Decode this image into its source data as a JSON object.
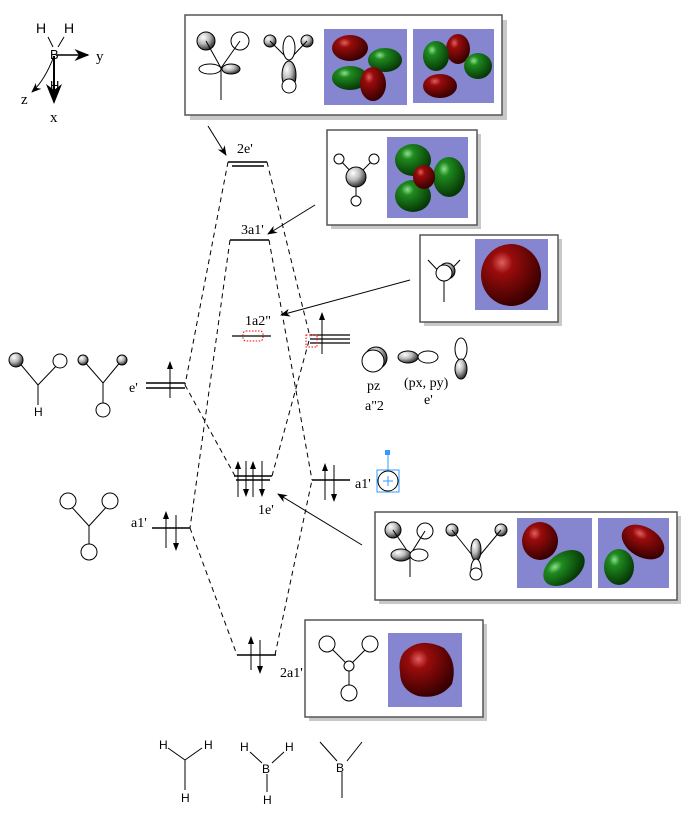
{
  "axes": {
    "atom_center": "B",
    "atom_h1": "H",
    "atom_h2": "H",
    "atom_h3": "H",
    "x_label": "x",
    "y_label": "y",
    "z_label": "z"
  },
  "levels": {
    "mo_2e": "2e'",
    "mo_3a1": "3a1'",
    "mo_1a2": "1a2\"",
    "mo_1e": "1e'",
    "mo_2a1": "2a1'",
    "h3_e": "e'",
    "h3_a1": "a1'",
    "b_a1": "a1'"
  },
  "boron_orbitals": {
    "pz": "pz",
    "pz_symmetry": "a\"2",
    "pxpy": "(px, py)",
    "pxpy_symmetry": "e'"
  },
  "fragment_labels": {
    "h_label": "H"
  },
  "bottom_structures": {
    "h3_fragment": [
      "H",
      "H",
      "H"
    ],
    "bh3": [
      "H",
      "B",
      "H",
      "H"
    ],
    "b_center": "B"
  },
  "colors": {
    "orbital_background": "#8585d0",
    "lobe_positive": "#8b0000",
    "lobe_negative": "#1e7d1e",
    "selection": "#3399ff",
    "error_marker": "#ff0000"
  }
}
